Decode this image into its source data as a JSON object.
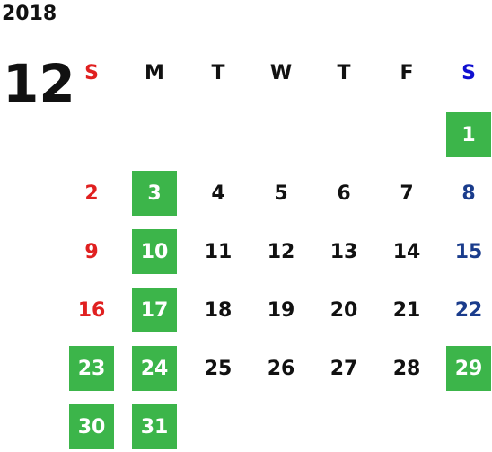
{
  "header": {
    "year": "2018",
    "month": "12"
  },
  "weekdays": [
    "S",
    "M",
    "T",
    "W",
    "T",
    "F",
    "S"
  ],
  "colors": {
    "sunday": "#e02020",
    "saturday": "#1a3c8c",
    "weekday": "#111111",
    "highlight_bg": "#3cb54a",
    "highlight_text": "#ffffff",
    "sunday_header": "#e02020",
    "saturday_header": "#1010d0"
  },
  "calendar": {
    "first_weekday_index": 6,
    "days_in_month": 31,
    "highlighted_days": [
      1,
      3,
      10,
      17,
      23,
      24,
      29,
      30,
      31
    ]
  }
}
